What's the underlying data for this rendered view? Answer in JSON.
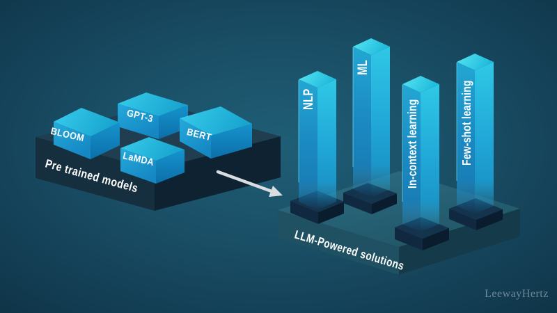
{
  "scene": {
    "left_platform": {
      "label": "Pre trained models",
      "boxes": [
        {
          "label": "BLOOM"
        },
        {
          "label": "GPT-3"
        },
        {
          "label": "BERT"
        },
        {
          "label": "LaMDA"
        }
      ]
    },
    "right_platform": {
      "label": "LLM-Powered solutions",
      "pillars": [
        {
          "label": "NLP"
        },
        {
          "label": "ML"
        },
        {
          "label": "In-context learning"
        },
        {
          "label": "Few-shot learning"
        }
      ]
    },
    "watermark": "LeewayHertz",
    "colors": {
      "background_center": "#1f5e76",
      "background_edge": "#0b2534",
      "box_cyan_top": "#35c9ea",
      "box_cyan_front": "#24a8dc",
      "box_cyan_side": "#1590cb",
      "pillar_top": "#55e6f2",
      "pillar_front": "#1b89c2",
      "pillar_side": "#2fc8e6",
      "left_platform_top": "#203e4f",
      "left_platform_front": "#162f3f",
      "right_platform_top": "#2b6a80",
      "right_platform_front": "#1f5162",
      "pedestal_top": "#14334d",
      "pedestal_front": "#102941",
      "arrow": "#d9dde0",
      "label_text": "#ffffff",
      "watermark_text": "#839dab"
    }
  }
}
